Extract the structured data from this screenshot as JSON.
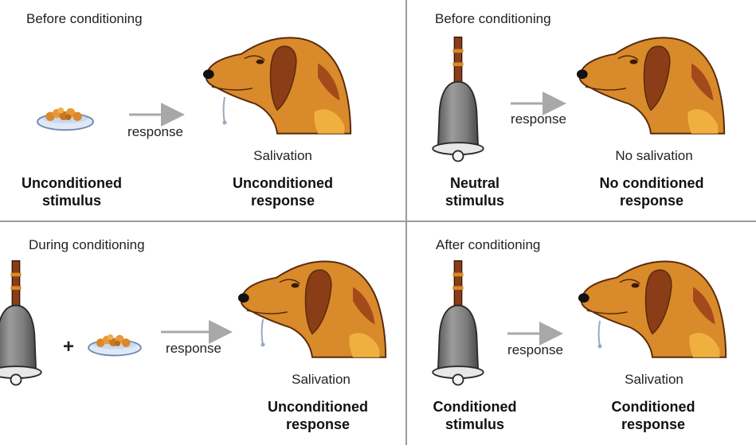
{
  "panels": {
    "top_left": {
      "title": "Before conditioning",
      "arrow_label": "response",
      "result_caption": "Salivation",
      "left_label": [
        "Unconditioned",
        "stimulus"
      ],
      "right_label": [
        "Unconditioned",
        "response"
      ]
    },
    "top_right": {
      "title": "Before conditioning",
      "arrow_label": "response",
      "result_caption": "No salivation",
      "left_label": [
        "Neutral",
        "stimulus"
      ],
      "right_label": [
        "No conditioned",
        "response"
      ]
    },
    "bottom_left": {
      "title": "During conditioning",
      "plus": "+",
      "arrow_label": "response",
      "result_caption": "Salivation",
      "right_label": [
        "Unconditioned",
        "response"
      ]
    },
    "bottom_right": {
      "title": "After conditioning",
      "arrow_label": "response",
      "result_caption": "Salivation",
      "left_label": [
        "Conditioned",
        "stimulus"
      ],
      "right_label": [
        "Conditioned",
        "response"
      ]
    }
  },
  "icons": {
    "stimulus_food": "food-bowl-icon",
    "stimulus_bell": "bell-icon",
    "subject": "dog-head-icon",
    "connector": "arrow-right-icon"
  },
  "colors": {
    "dog_fur": "#d98a2a",
    "dog_dark": "#8a3d17",
    "dog_light": "#f0b040",
    "bell": "#7a7a7a",
    "arrow": "#a8a8a8",
    "divider": "#9a9a9a"
  }
}
